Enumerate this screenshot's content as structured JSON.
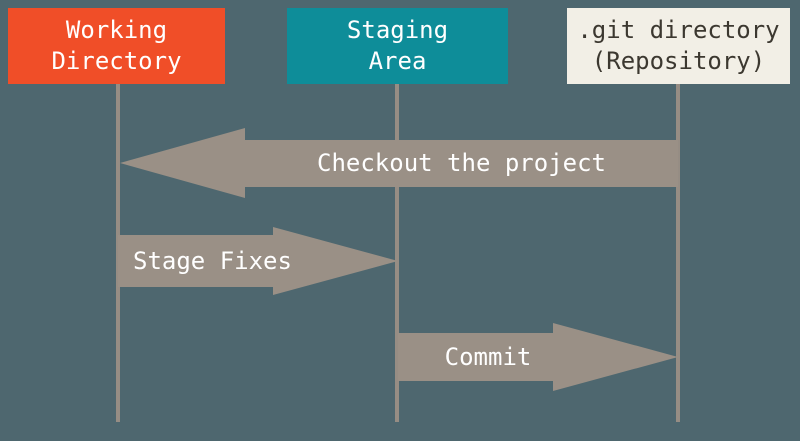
{
  "diagram": {
    "type": "git-areas-sequence-diagram",
    "background_color": "#4E676F",
    "lifeline_color": "#968D84",
    "arrow_color": "#9A9086",
    "columns": [
      {
        "id": "working-directory",
        "label_line1": "Working",
        "label_line2": "Directory",
        "box_color": "#F04E28",
        "text_color": "#FFFFFF"
      },
      {
        "id": "staging-area",
        "label_line1": "Staging",
        "label_line2": "Area",
        "box_color": "#0E8D99",
        "text_color": "#FFFFFF"
      },
      {
        "id": "git-directory",
        "label_line1": ".git directory",
        "label_line2": "(Repository)",
        "box_color": "#F2EFE6",
        "text_color": "#3C3830"
      }
    ],
    "arrows": [
      {
        "label": "Checkout the project",
        "direction": "left",
        "from": "git-directory",
        "to": "working-directory",
        "color": "#9A9086",
        "text_color": "#FFFFFF"
      },
      {
        "label": "Stage Fixes",
        "direction": "right",
        "from": "working-directory",
        "to": "staging-area",
        "color": "#9A9086",
        "text_color": "#FFFFFF"
      },
      {
        "label": "Commit",
        "direction": "right",
        "from": "staging-area",
        "to": "git-directory",
        "color": "#9A9086",
        "text_color": "#FFFFFF"
      }
    ]
  }
}
